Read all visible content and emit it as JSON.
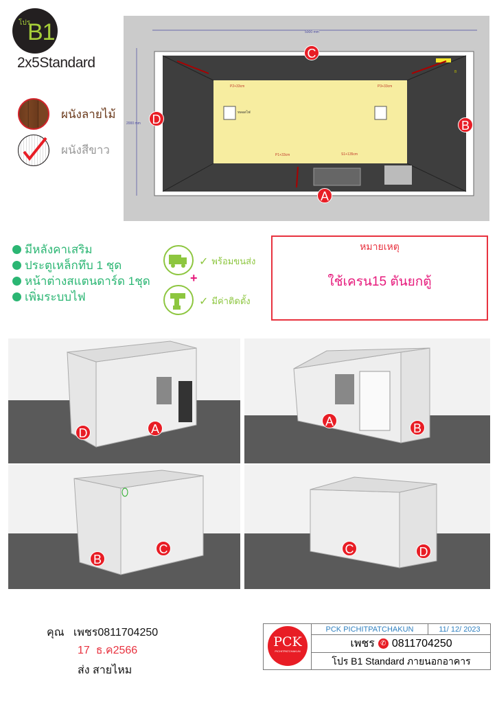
{
  "header": {
    "promo_prefix": "โปร",
    "promo_code": "B1",
    "model": "2x5Standard"
  },
  "wall_options": [
    {
      "label": "ผนังลายไม้",
      "selected": false
    },
    {
      "label": "ผนังสีขาว",
      "selected": true
    }
  ],
  "floor_plan": {
    "width_dim": "5000 mm",
    "depth_dim": "2000 mm",
    "labels": {
      "p2": "P2+33cm",
      "p3": "P3+33cm",
      "p1": "P1+33cm",
      "s1": "S1+135cm",
      "light": "หลอดไฟ",
      "b": "B"
    },
    "sides": [
      "A",
      "B",
      "C",
      "D"
    ]
  },
  "features": [
    "มีหลังคาเสริม",
    "ประตูเหล็กทึบ 1 ชุด",
    "หน้าต่างสแตนดาร์ด 1ชุด",
    "เพิ่มระบบไฟ"
  ],
  "services": [
    {
      "icon": "truck-icon",
      "label": "พร้อมขนส่ง"
    },
    {
      "icon": "drill-icon",
      "label": "มีค่าติดตั้ง"
    }
  ],
  "note": {
    "title": "หมายเหตุ",
    "body": "ใช้เครน15 ตันยกตู้"
  },
  "renders": [
    {
      "markers": [
        "D",
        "A"
      ]
    },
    {
      "markers": [
        "A",
        "B"
      ]
    },
    {
      "markers": [
        "B",
        "C"
      ]
    },
    {
      "markers": [
        "C",
        "D"
      ]
    }
  ],
  "customer": {
    "name_line": "คุณ   เพชร0811704250",
    "date": "17  ธ.ค2566",
    "delivery": "ส่ง สายไหม"
  },
  "title_block": {
    "company": "PCK PICHITPATCHAKUN",
    "date": "11/ 12/ 2023",
    "contact_name": "เพชร",
    "phone": "0811704250",
    "product": "โปร B1 Standard ภายนอกอาคาร",
    "logo_text": "PCK",
    "logo_sub": "PICHITPATCHAKUN"
  },
  "colors": {
    "accent_green": "#a6ce39",
    "feature_green": "#2bb673",
    "red": "#e81d25",
    "pink": "#e6197b"
  }
}
